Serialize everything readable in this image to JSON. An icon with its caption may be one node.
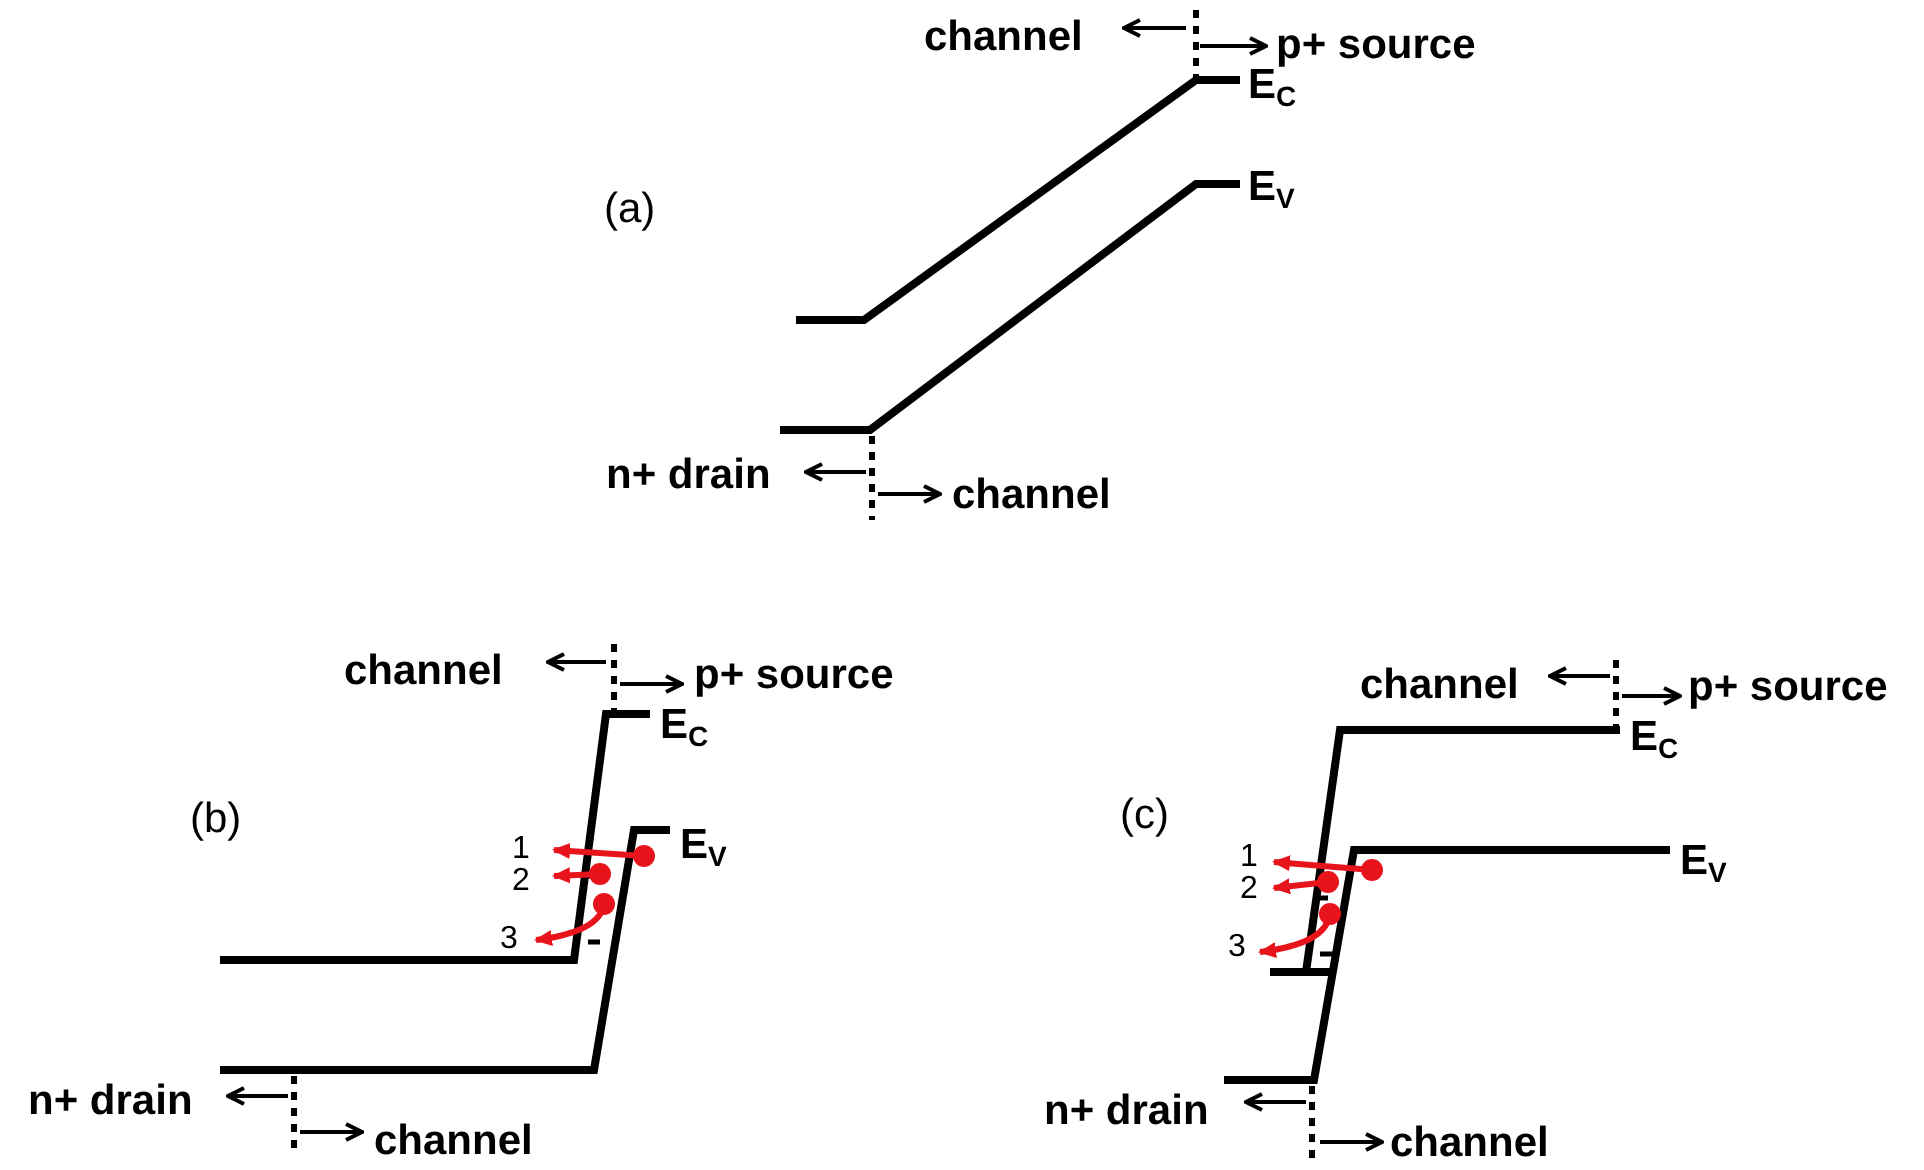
{
  "diagram": {
    "labels": [
      "channel",
      "p+ source",
      "E$_{C}$",
      "(a)",
      "E$_{V}$",
      "n+ drain",
      "channel",
      "channel",
      "p+ source",
      "E$_{C}$",
      "(b)",
      "E$_{V}$",
      "1",
      "2",
      "3",
      "n+ drain",
      "channel",
      "channel",
      "p+ source",
      "E$_{C}$",
      "(c)",
      "E$_{V}$",
      "1",
      "2",
      "3",
      "n+ drain",
      "channel"
    ]
  }
}
